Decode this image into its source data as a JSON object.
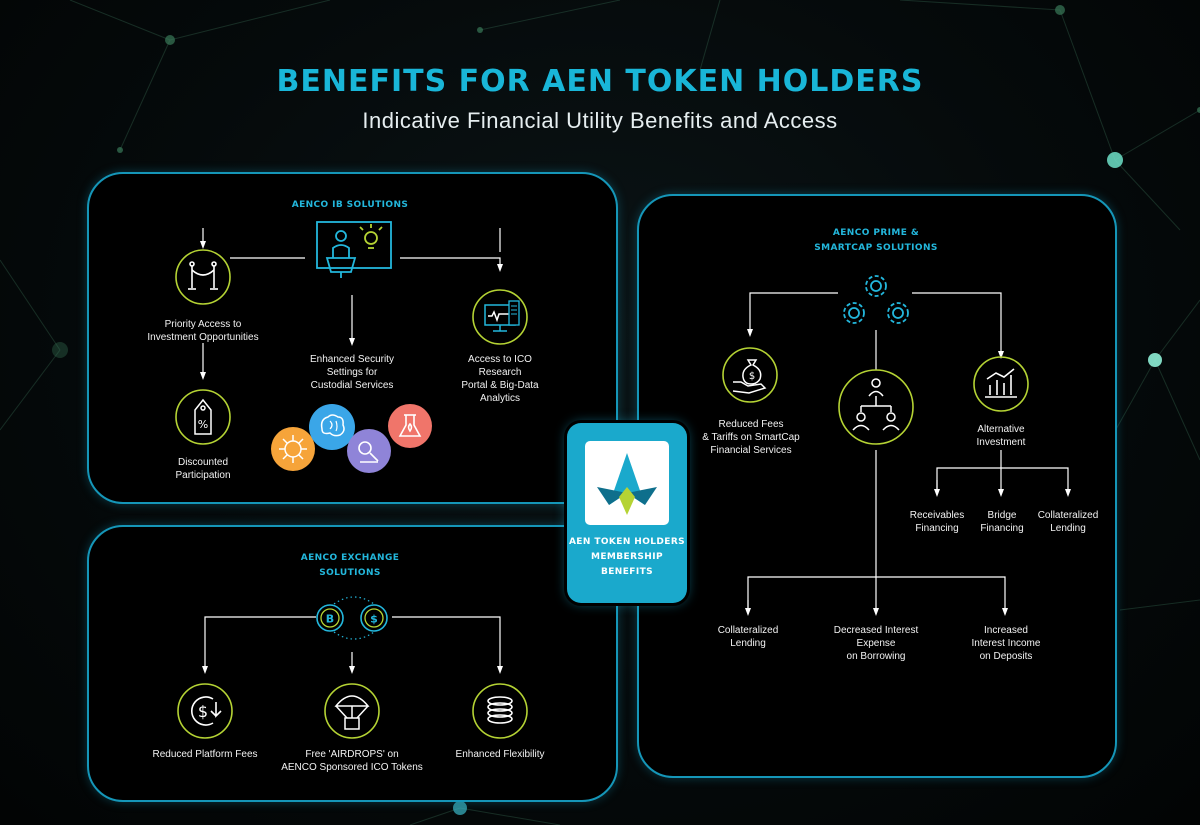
{
  "header": {
    "title": "BENEFITS FOR AEN TOKEN HOLDERS",
    "subtitle": "Indicative Financial Utility Benefits and Access"
  },
  "colors": {
    "accent_blue": "#19b6d8",
    "icon_green": "#b5d334",
    "icon_teal": "#23b7dc",
    "bubble_orange": "#f6a43a",
    "bubble_blue": "#3aa6e8",
    "bubble_purple": "#8f84d8",
    "bubble_coral": "#f0756a"
  },
  "ib_solutions": {
    "heading": [
      "AENCO IB SOLUTIONS"
    ],
    "priority_access": [
      "Priority Access to",
      "Investment Opportunities"
    ],
    "discounted": [
      "Discounted",
      "Participation"
    ],
    "security": [
      "Enhanced Security",
      "Settings for",
      "Custodial Services"
    ],
    "ico_research": [
      "Access to ICO",
      "Research",
      "Portal & Big-Data",
      "Analytics"
    ]
  },
  "exchange_solutions": {
    "heading": [
      "AENCO EXCHANGE",
      "SOLUTIONS"
    ],
    "reduced_fees": [
      "Reduced Platform Fees"
    ],
    "airdrops": [
      "Free 'AIRDROPS' on",
      "AENCO Sponsored ICO Tokens"
    ],
    "flexibility": [
      "Enhanced Flexibility"
    ]
  },
  "center": {
    "label": [
      "AEN TOKEN HOLDERS",
      "MEMBERSHIP",
      "BENEFITS"
    ]
  },
  "prime_solutions": {
    "heading": [
      "AENCO PRIME &",
      "SMARTCAP SOLUTIONS"
    ],
    "reduced_fees_tariffs": [
      "Reduced Fees",
      "& Tariffs on SmartCap",
      "Financial Services"
    ],
    "alternative_investment": [
      "Alternative",
      "Investment"
    ],
    "receivables": [
      "Receivables",
      "Financing"
    ],
    "bridge": [
      "Bridge",
      "Financing"
    ],
    "collateralized_right": [
      "Collateralized",
      "Lending"
    ],
    "collateralized_left": [
      "Collateralized",
      "Lending"
    ],
    "decreased_interest": [
      "Decreased Interest",
      "Expense",
      "on Borrowing"
    ],
    "increased_interest": [
      "Increased",
      "Interest Income",
      "on Deposits"
    ]
  },
  "icons": [
    "presenter-icon",
    "barrier-icon",
    "price-tag-icon",
    "monitor-icon",
    "virus-bubble-icon",
    "brain-bubble-icon",
    "microscope-bubble-icon",
    "flask-bubble-icon",
    "bitcoin-coin-icon",
    "dollar-coin-icon",
    "dollar-refund-icon",
    "airdrop-parachute-icon",
    "coil-stack-icon",
    "gears-icon",
    "money-bag-hand-icon",
    "org-chart-icon",
    "bar-chart-icon",
    "aen-logo-icon"
  ]
}
